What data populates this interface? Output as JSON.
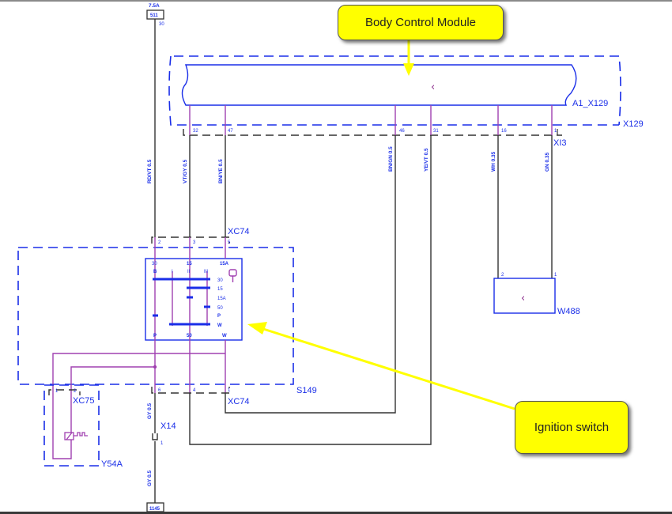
{
  "callouts": {
    "body_control_module": "Body Control Module",
    "ignition_switch": "Ignition switch"
  },
  "colors": {
    "component_outline": "#1a2ee8",
    "wire_internal": "#a040b0",
    "wire_external": "#333333",
    "connector_outline": "#333333",
    "callout_fill": "#ffff00",
    "callout_arrow": "#ffff00"
  },
  "fuse_top": {
    "rating": "7.5A",
    "id": "511",
    "pin": "30"
  },
  "ground_bottom": {
    "id": "1145"
  },
  "bcm": {
    "module_label": "A1_X129",
    "housing_label": "X129",
    "connector_label": "XI3",
    "pins": [
      "32",
      "47",
      "46",
      "31",
      "16",
      "1"
    ],
    "icon": "semiconductor-icon"
  },
  "wires": [
    {
      "id": "w-rdvt",
      "label": "RD/VT 0.5"
    },
    {
      "id": "w-vtgy",
      "label": "VT/GY 0.5"
    },
    {
      "id": "w-bnye",
      "label": "BN/YE 0.5"
    },
    {
      "id": "w-bngn",
      "label": "BN/GN 0.5"
    },
    {
      "id": "w-yevt",
      "label": "YE/VT 0.5"
    },
    {
      "id": "w-wh",
      "label": "WH 0.35"
    },
    {
      "id": "w-gn",
      "label": "GN 0.35"
    },
    {
      "id": "w-gy1",
      "label": "GY 0.5"
    },
    {
      "id": "w-gy2",
      "label": "GY 0.5"
    }
  ],
  "ignition_switch": {
    "component_label": "S149",
    "connector_top": {
      "label": "XC74",
      "pins": [
        "2",
        "3",
        "5"
      ]
    },
    "connector_bottom": {
      "label": "XC74",
      "pins": [
        "6",
        "4",
        "1"
      ]
    },
    "terminals_top": [
      "30",
      "15",
      "15A"
    ],
    "positions": [
      "B",
      "I",
      "II",
      "III"
    ],
    "rows": [
      "30",
      "15",
      "15A",
      "50",
      "P",
      "W"
    ],
    "terminals_bottom": [
      "P",
      "50",
      "W"
    ]
  },
  "w488": {
    "label": "W488",
    "pins": [
      "2",
      "1"
    ]
  },
  "x14": {
    "label": "X14",
    "pin": "1"
  },
  "y54a": {
    "label": "Y54A",
    "connector_label": "XC75",
    "pins": [
      "1",
      "2"
    ]
  }
}
